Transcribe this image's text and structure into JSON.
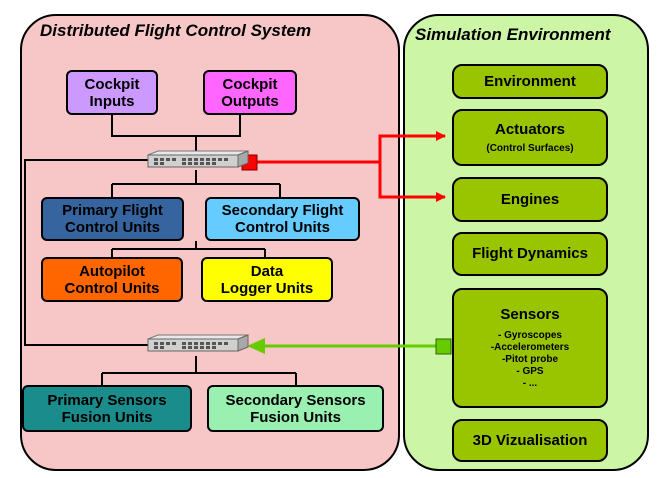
{
  "fcs": {
    "title": "Distributed Flight Control System",
    "cockpit_inputs": "Cockpit\nInputs",
    "cockpit_outputs": "Cockpit\nOutputs",
    "primary_fcu": "Primary Flight\nControl Units",
    "secondary_fcu": "Secondary Flight\nControl Units",
    "autopilot": "Autopilot\nControl Units",
    "data_logger": "Data\nLogger Units",
    "primary_sensors": "Primary Sensors\nFusion Units",
    "secondary_sensors": "Secondary Sensors\nFusion Units"
  },
  "sim": {
    "title": "Simulation Environment",
    "environment": "Environment",
    "actuators": "Actuators",
    "actuators_sub": "(Control Surfaces)",
    "engines": "Engines",
    "flight_dynamics": "Flight Dynamics",
    "sensors": "Sensors",
    "sensors_list": "- Gyroscopes\n-Accelerometers\n-Pitot probe\n- GPS\n- ...",
    "viz": "3D Vizualisation"
  },
  "colors": {
    "fcs_panel": "#f7c6c7",
    "sim_panel": "#cdf5a6",
    "sim_box": "#99c400",
    "cockpit_inputs": "#cc99ff",
    "cockpit_outputs": "#ff66ff",
    "primary_fcu": "#35649f",
    "secondary_fcu": "#66ccff",
    "autopilot": "#ff6600",
    "data_logger": "#ffff00",
    "primary_sensors": "#1a8c8c",
    "secondary_sensors": "#99f0b0",
    "red_link": "#ff0000",
    "green_link": "#66cc00"
  }
}
